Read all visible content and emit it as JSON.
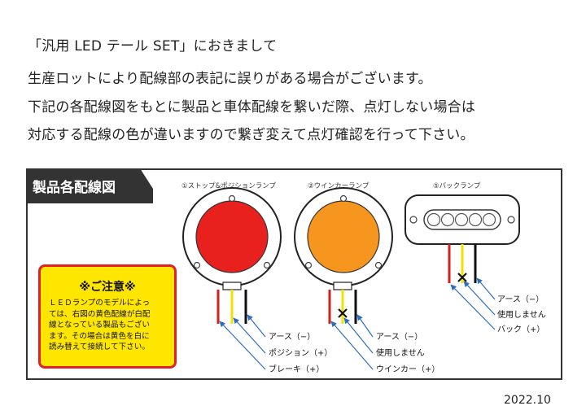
{
  "notice": {
    "line1": "「汎用 LED テール SET」におきまして",
    "line2": "生産ロットにより配線部の表記に誤りがある場合がございます。",
    "line3": "下記の各配線図をもとに製品と車体配線を繋いだ際、点灯しない場合は",
    "line4": "対応する配線の色が違いますので繋ぎ変えて点灯確認を行って下さい。"
  },
  "panel": {
    "header": "製品各配線図",
    "lamp1": {
      "title": "①ストップ&ポジションランプ",
      "labels": [
        "アース（−）",
        "ポジション（+）",
        "ブレーキ（+）"
      ]
    },
    "lamp2": {
      "title": "②ウインカーランプ",
      "labels": [
        "アース（−）",
        "使用しません",
        "ウインカー（+）"
      ]
    },
    "lamp3": {
      "title": "⑤バックランプ",
      "labels": [
        "アース（−）",
        "使用しません",
        "バック（+）"
      ]
    }
  },
  "caution": {
    "title": "※ご注意※",
    "body": [
      "ＬＥＤランプのモデルによっ",
      "ては、右図の黄色配線が白配",
      "線となっている製品もござい",
      "ます。その場合は黄色を白に",
      "読み替えて接続して下さい。"
    ]
  },
  "date": "2022.10",
  "colors": {
    "stop_lens": "#e8201e",
    "winker_lens": "#f6961e",
    "caution_bg": "#ffe600",
    "caution_border": "#e2202a",
    "wire_red": "#d2201e",
    "wire_yellow": "#f2e200",
    "wire_black": "#111111",
    "arrow_blue": "#2d6cc0"
  }
}
